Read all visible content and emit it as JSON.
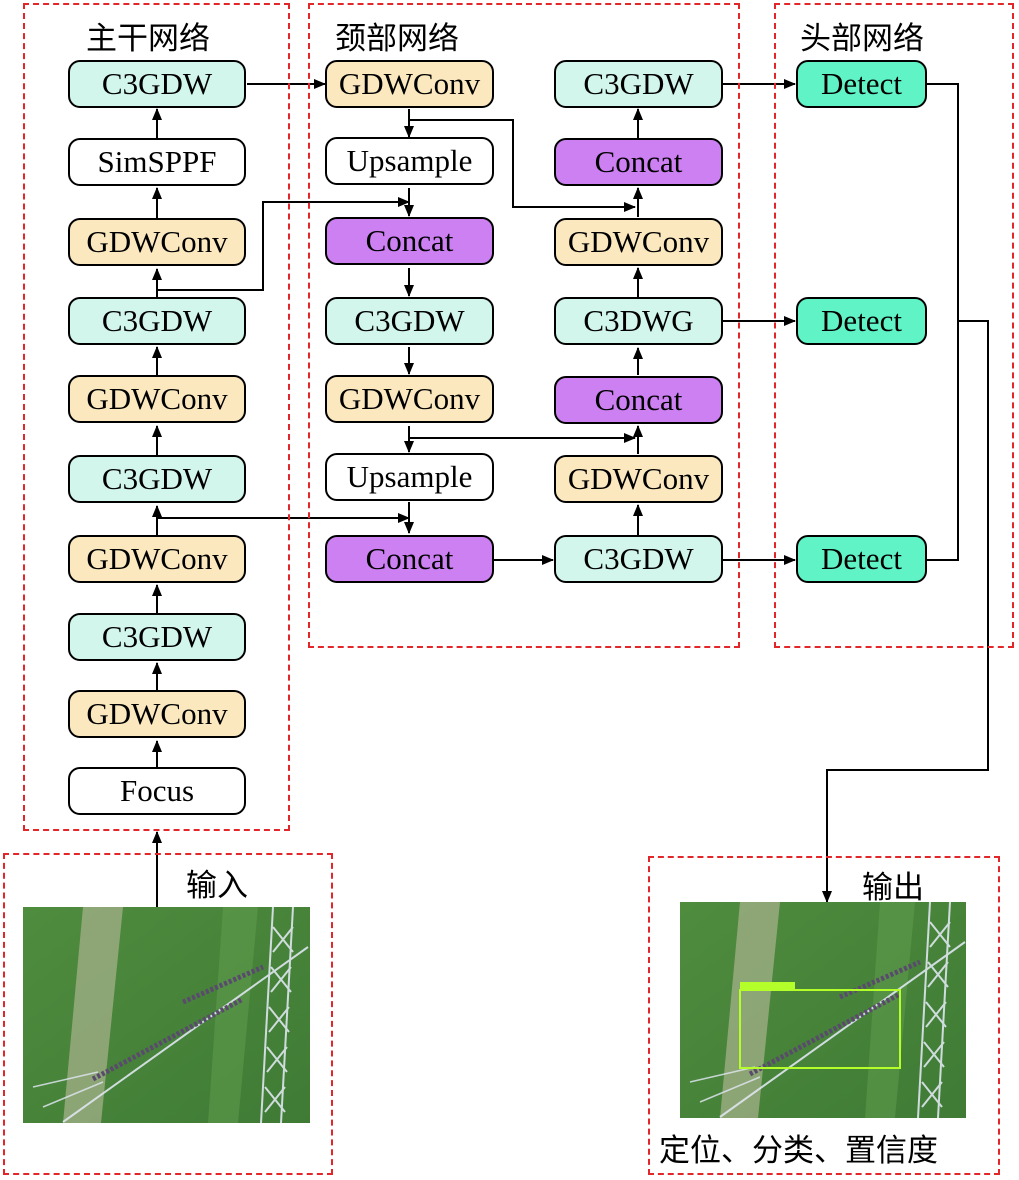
{
  "regions": {
    "backbone_title": "主干网络",
    "neck_title": "颈部网络",
    "head_title": "头部网络",
    "input_title": "输入",
    "output_title": "输出"
  },
  "backbone": [
    "Focus",
    "GDWConv",
    "C3GDW",
    "GDWConv",
    "C3GDW",
    "GDWConv",
    "C3GDW",
    "GDWConv",
    "SimSPPF",
    "C3GDW"
  ],
  "neck_left": [
    "GDWConv",
    "Upsample",
    "Concat",
    "C3GDW",
    "GDWConv",
    "Upsample",
    "Concat"
  ],
  "neck_right": [
    "C3GDW",
    "Concat",
    "GDWConv",
    "C3DWG",
    "Concat",
    "GDWConv",
    "C3GDW"
  ],
  "head": [
    "Detect",
    "Detect",
    "Detect"
  ],
  "output_caption": "定位、分类、置信度",
  "colors": {
    "c3": "#d2f6ec",
    "gdwconv": "#fbe8bf",
    "concat": "#cc80f2",
    "plain": "#ffffff",
    "detect": "#5ff3c6",
    "region_border": "#e3262a",
    "detection_box": "#b4ff2a"
  },
  "images": {
    "input": "aerial-transmission-line-insulator-photo",
    "output": "aerial-transmission-line-insulator-photo-with-detection-box"
  }
}
